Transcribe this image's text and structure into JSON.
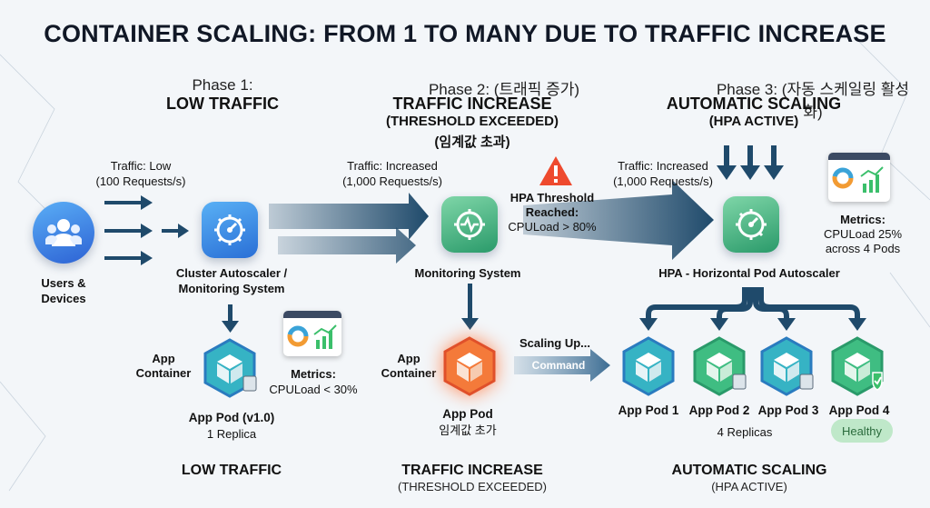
{
  "title": "CONTAINER SCALING: FROM 1 TO MANY DUE TO TRAFFIC INCREASE",
  "phase1": {
    "top": "Phase 1:",
    "head": "LOW TRAFFIC",
    "traffic_label": "Traffic: Low",
    "traffic_value": "(100 Requests/s)",
    "users_label_1": "Users &",
    "users_label_2": "Devices",
    "autoscaler_label_1": "Cluster Autoscaler /",
    "autoscaler_label_2": "Monitoring System",
    "container_1": "App",
    "container_2": "Container",
    "metrics_title": "Metrics:",
    "metrics_value": "CPULoad < 30%",
    "pod_name": "App Pod (v1.0)",
    "pod_replicas": "1 Replica",
    "footer": "LOW TRAFFIC"
  },
  "phase2": {
    "top": "Phase 2: (트래픽 증가)",
    "head": "TRAFFIC INCREASE",
    "sub1": "(THRESHOLD EXCEEDED)",
    "sub2": "(임계값 초과)",
    "traffic_label": "Traffic: Increased",
    "traffic_value": "(1,000 Requests/s)",
    "monitor_label": "Monitoring System",
    "hpa_1": "HPA Threshold",
    "hpa_2": "Reached:",
    "hpa_3": "CPULoad > 80%",
    "container_1": "App",
    "container_2": "Container",
    "pod_name": "App Pod",
    "pod_state": "임계값 초가",
    "scaling_label": "Scaling Up...",
    "command_label": "Command",
    "footer": "TRAFFIC INCREASE",
    "footer_sub": "(THRESHOLD EXCEEDED)"
  },
  "phase3": {
    "top": "Phase 3: (자동 스케일링 활성화)",
    "head": "AUTOMATIC SCALING",
    "sub": "(HPA ACTIVE)",
    "traffic_label": "Traffic: Increased",
    "traffic_value": "(1,000 Requests/s)",
    "metrics_title": "Metrics:",
    "metrics_value_1": "CPULoad 25%",
    "metrics_value_2": "across 4 Pods",
    "hpa_label": "HPA - Horizontal Pod Autoscaler",
    "pods": [
      "App Pod 1",
      "App Pod 2",
      "App Pod 3",
      "App Pod 4"
    ],
    "replicas": "4 Replicas",
    "healthy": "Healthy",
    "footer": "AUTOMATIC SCALING",
    "footer_sub": "(HPA ACTIVE)"
  },
  "colors": {
    "arrow_dark": "#1f4a6b",
    "blue_icon": "#2a6fd6",
    "green_icon": "#2a9a6a",
    "alert_orange": "#f0612a",
    "healthy_bg": "#bfe8c9"
  }
}
